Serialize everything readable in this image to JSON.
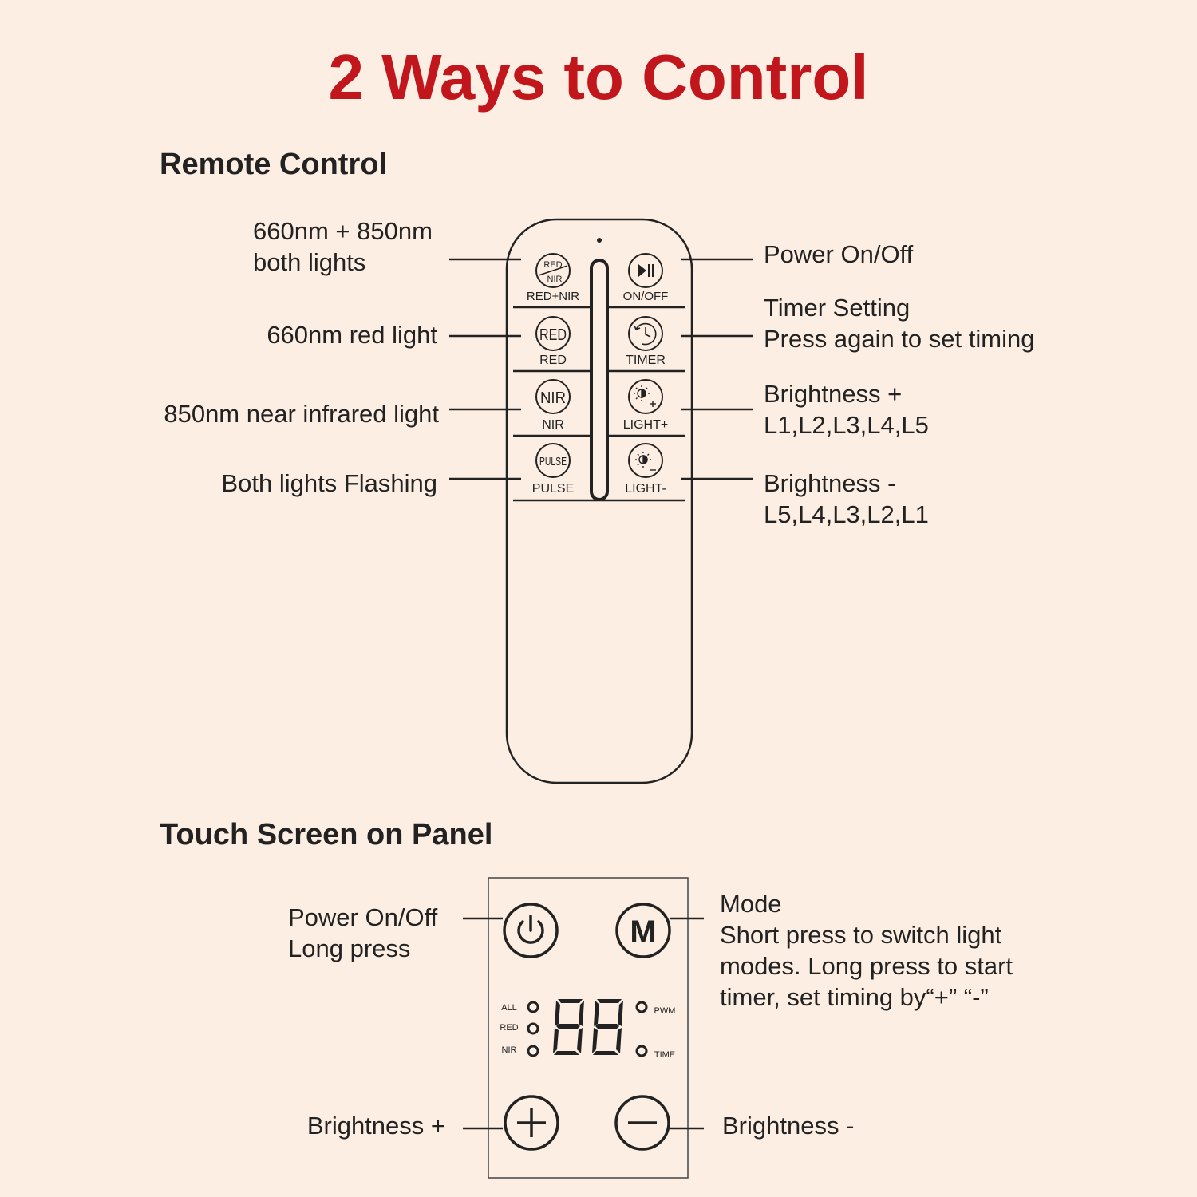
{
  "title": "2 Ways to Control",
  "remote": {
    "heading": "Remote Control",
    "buttons": {
      "red_nir": {
        "icon_top": "RED",
        "icon_bottom": "NIR",
        "label": "RED+NIR"
      },
      "on_off": {
        "label": "ON/OFF"
      },
      "red": {
        "icon": "RED",
        "label": "RED"
      },
      "timer": {
        "label": "TIMER"
      },
      "nir": {
        "icon": "NIR",
        "label": "NIR"
      },
      "light_plus": {
        "label": "LIGHT+"
      },
      "pulse": {
        "icon": "PULSE",
        "label": "PULSE"
      },
      "light_minus": {
        "label": "LIGHT-"
      }
    },
    "callouts_left": [
      {
        "lines": [
          "660nm + 850nm",
          "both lights"
        ]
      },
      {
        "lines": [
          "660nm red light"
        ]
      },
      {
        "lines": [
          "850nm near infrared light"
        ]
      },
      {
        "lines": [
          "Both lights Flashing"
        ]
      }
    ],
    "callouts_right": [
      {
        "lines": [
          "Power On/Off"
        ]
      },
      {
        "lines": [
          "Timer Setting",
          "Press again to set timing"
        ]
      },
      {
        "lines": [
          "Brightness +",
          "L1,L2,L3,L4,L5"
        ]
      },
      {
        "lines": [
          "Brightness -",
          "L5,L4,L3,L2,L1"
        ]
      }
    ]
  },
  "panel": {
    "heading": "Touch Screen on Panel",
    "mode_button": "M",
    "indicators_left": [
      "ALL",
      "RED",
      "NIR"
    ],
    "indicators_right": [
      "PWM",
      "TIME"
    ],
    "callouts": {
      "power": [
        "Power On/Off",
        "Long press"
      ],
      "mode": [
        "Mode",
        "Short press to switch light",
        "modes. Long press to start",
        "timer, set timing by“+” “-”"
      ],
      "plus": [
        "Brightness +"
      ],
      "minus": [
        "Brightness -"
      ]
    }
  },
  "colors": {
    "title": "#c0161c",
    "background": "#fdeee3",
    "ink": "#222222"
  },
  "icons": [
    "play-pause-icon",
    "clock-icon",
    "brightness-plus-icon",
    "brightness-minus-icon",
    "power-icon",
    "plus-icon",
    "minus-icon",
    "seven-segment-display"
  ]
}
